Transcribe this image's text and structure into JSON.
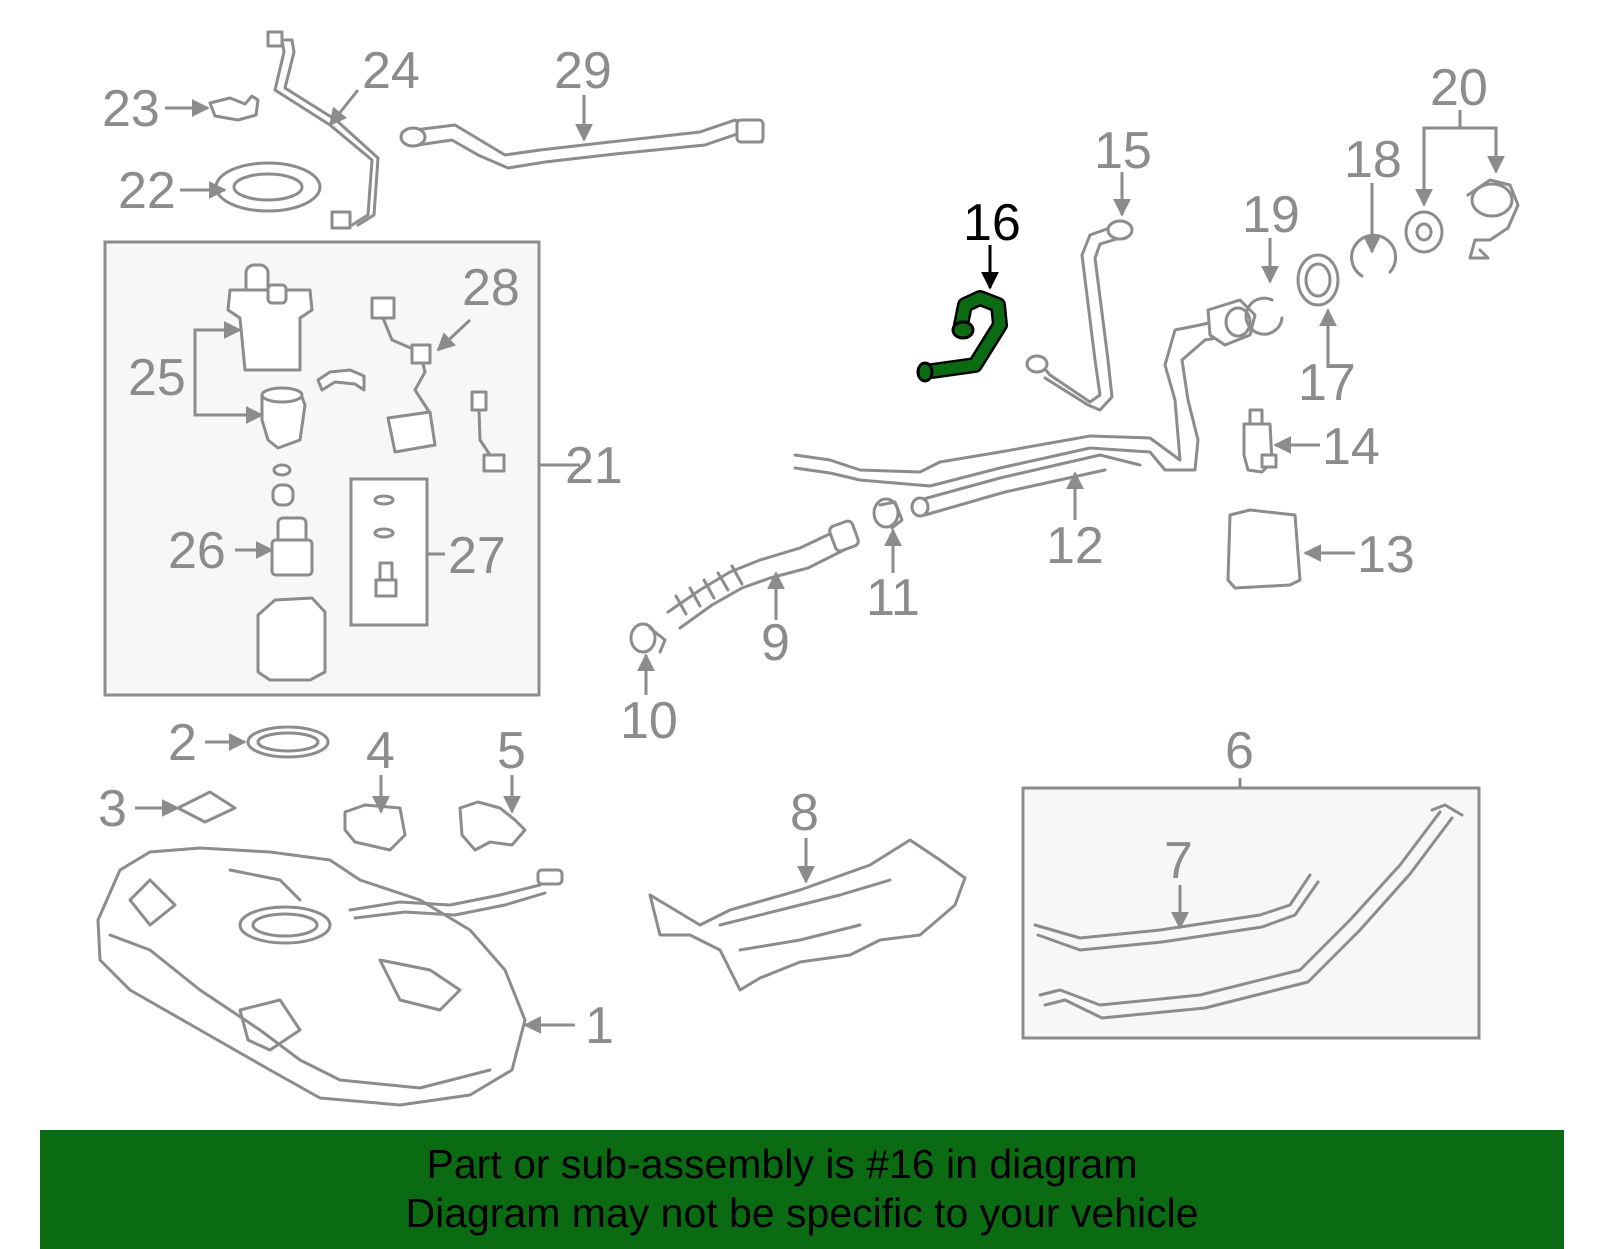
{
  "diagram": {
    "highlight_color": "#0a6b12",
    "line_color": "#8c8c8c",
    "highlighted_callout": "16",
    "callouts": {
      "c1": "1",
      "c2": "2",
      "c3": "3",
      "c4": "4",
      "c5": "5",
      "c6": "6",
      "c7": "7",
      "c8": "8",
      "c9": "9",
      "c10": "10",
      "c11": "11",
      "c12": "12",
      "c13": "13",
      "c14": "14",
      "c15": "15",
      "c16": "16",
      "c17": "17",
      "c18": "18",
      "c19": "19",
      "c20": "20",
      "c21": "21",
      "c22": "22",
      "c23": "23",
      "c24": "24",
      "c25": "25",
      "c26": "26",
      "c27": "27",
      "c28": "28",
      "c29": "29"
    }
  },
  "footer": {
    "background": "#0a6b12",
    "line1": "Part or sub-assembly is #16 in diagram",
    "line2": "Diagram may not be specific to your vehicle"
  }
}
